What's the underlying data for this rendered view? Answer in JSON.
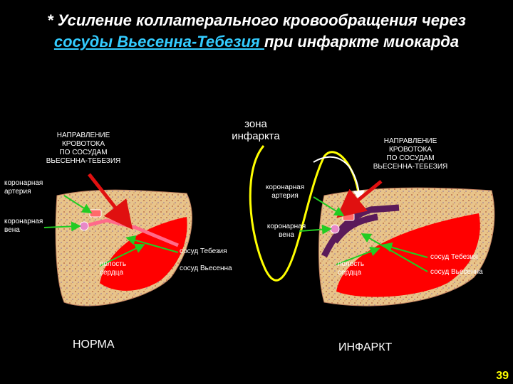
{
  "title": {
    "prefix": "*  Усиление коллатерального кровообращения через",
    "link": "сосуды Вьесенна-Тебезия ",
    "suffix": "при инфаркте миокарда"
  },
  "labels": {
    "flow_left": [
      "НАПРАВЛЕНИЕ",
      "КРОВОТОКА",
      "ПО СОСУДАМ",
      "ВЬЕСЕННА-ТЕБЕЗИЯ"
    ],
    "flow_right": [
      "НАПРАВЛЕНИЕ",
      "КРОВОТОКА",
      "ПО СОСУДАМ",
      "ВЬЕСЕННА-ТЕБЕЗИЯ"
    ],
    "zone": [
      "зона",
      "инфаркта"
    ],
    "coronary_artery": [
      "коронарная",
      "артерия"
    ],
    "coronary_vein": [
      "коронарная",
      "вена"
    ],
    "cavity": [
      "полость",
      "сердца"
    ],
    "vessel_thebesius": "сосуд Тебезия",
    "vessel_vieussens": "сосуд Вьесенна",
    "norm": "НОРМА",
    "infarct": "ИНФАРКТ"
  },
  "page_number": "39",
  "colors": {
    "background": "#000000",
    "link": "#33ccff",
    "myocardium": "#e8c48a",
    "cavity": "#ff0000",
    "arrow_red": "#e01010",
    "arrow_green": "#22cc22",
    "infarct_line": "#ffff00",
    "dark_vessel": "#5a1a5a"
  }
}
